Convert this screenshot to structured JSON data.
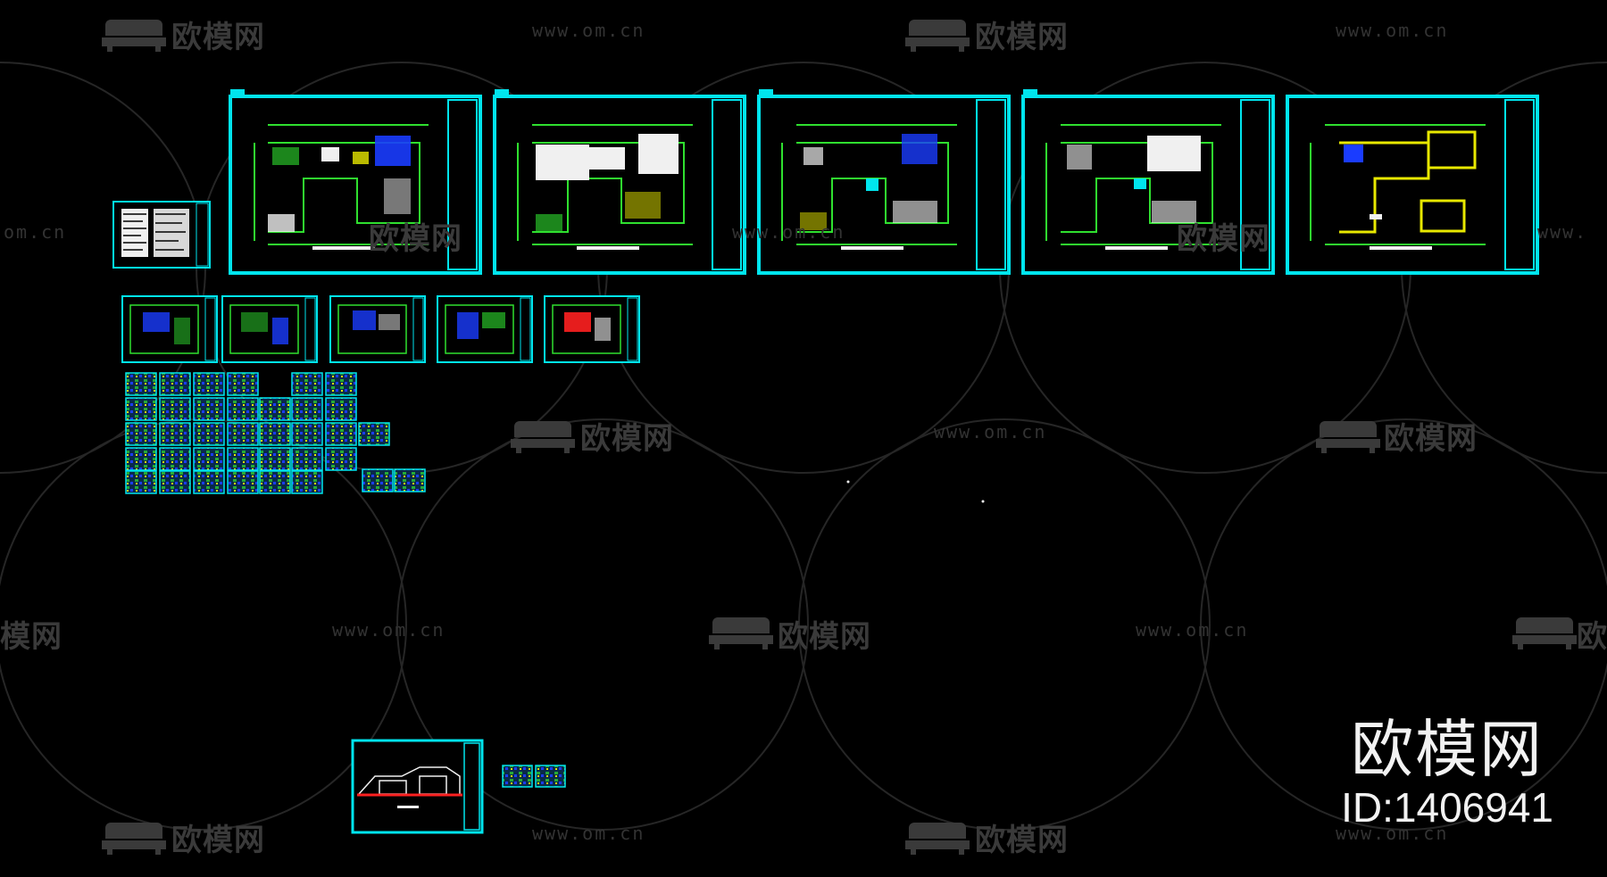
{
  "watermark": {
    "brand_text": "欧模网",
    "url_text": "www.om.cn",
    "partial_left_url": "om.cn",
    "partial_right_url": "www.",
    "partial_left_brand": "模网",
    "partial_right_brand": "欧",
    "sofa_icon": "sofa-icon"
  },
  "brand": {
    "name": "欧模网",
    "id_text": "ID:1406941"
  },
  "colors": {
    "background": "#000000",
    "frame": "#00e5ee",
    "plan": "#2fe02f",
    "white": "#f0f0f0",
    "yellow": "#e8e800",
    "blue": "#1a3cff",
    "red": "#ff2020",
    "watermark": "#3a3a3a"
  }
}
